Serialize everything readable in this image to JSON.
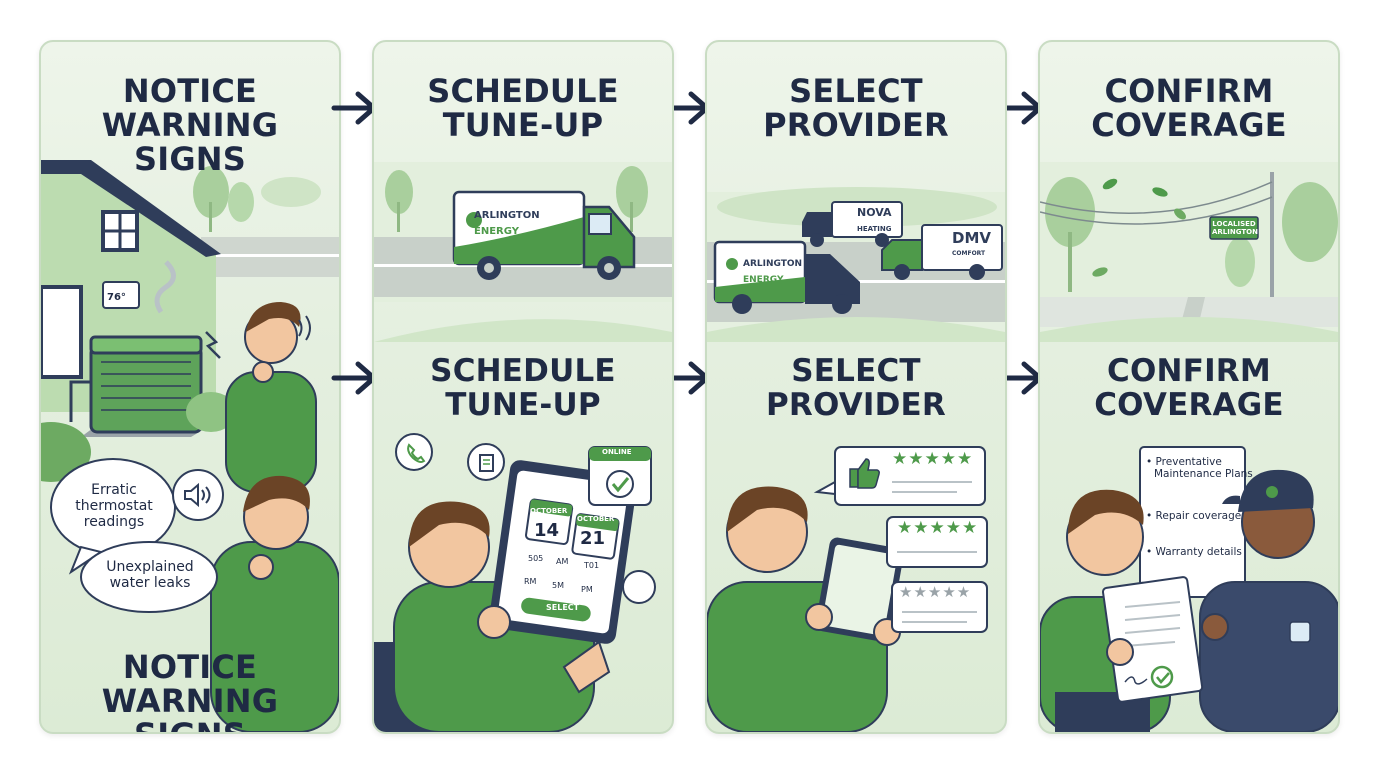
{
  "panels": [
    {
      "title_top": [
        "NOTICE",
        "WARNING SIGNS"
      ],
      "title_bottom": [
        "NOTICE",
        "WARNING SIGNS"
      ],
      "bubble1": [
        "Erratic",
        "thermostat",
        "readings"
      ],
      "bubble2": [
        "Unexplained",
        "water leaks"
      ],
      "thermostat": "76°"
    },
    {
      "title_top": [
        "SCHEDULE",
        "TUNE-UP"
      ],
      "title_bottom": [
        "SCHEDULE",
        "TUNE-UP"
      ],
      "truck": [
        "ARLINGTON",
        "ENERGY"
      ],
      "online": "ONLINE",
      "cal1_label": "OCTOBER",
      "cal1_num": "14",
      "cal2_label": "OCTOBER",
      "cal2_num": "21",
      "slots": [
        "505",
        "AM",
        "T01",
        "RM",
        "5M",
        "PM"
      ],
      "select": "SELECT"
    },
    {
      "title_top": [
        "SELECT",
        "PROVIDER"
      ],
      "title_bottom": [
        "SELECT",
        "PROVIDER"
      ],
      "truck_a": [
        "ARLINGTON",
        "ENERGY"
      ],
      "truck_b": [
        "NOVA",
        "HEATING"
      ],
      "truck_c": [
        "DMV",
        "COMFORT"
      ]
    },
    {
      "title_top": [
        "CONFIRM",
        "COVERAGE"
      ],
      "title_bottom": [
        "CONFIRM",
        "COVERAGE"
      ],
      "sign": [
        "LOCALISED",
        "ARLINGTON"
      ],
      "doc_items": [
        "Preventative",
        "Maintenance Plans",
        "Repair coverage",
        "Warranty details"
      ]
    }
  ],
  "colors": {
    "green": "#4e9a4a",
    "navy": "#1f2a44",
    "light": "#e4efdf"
  }
}
